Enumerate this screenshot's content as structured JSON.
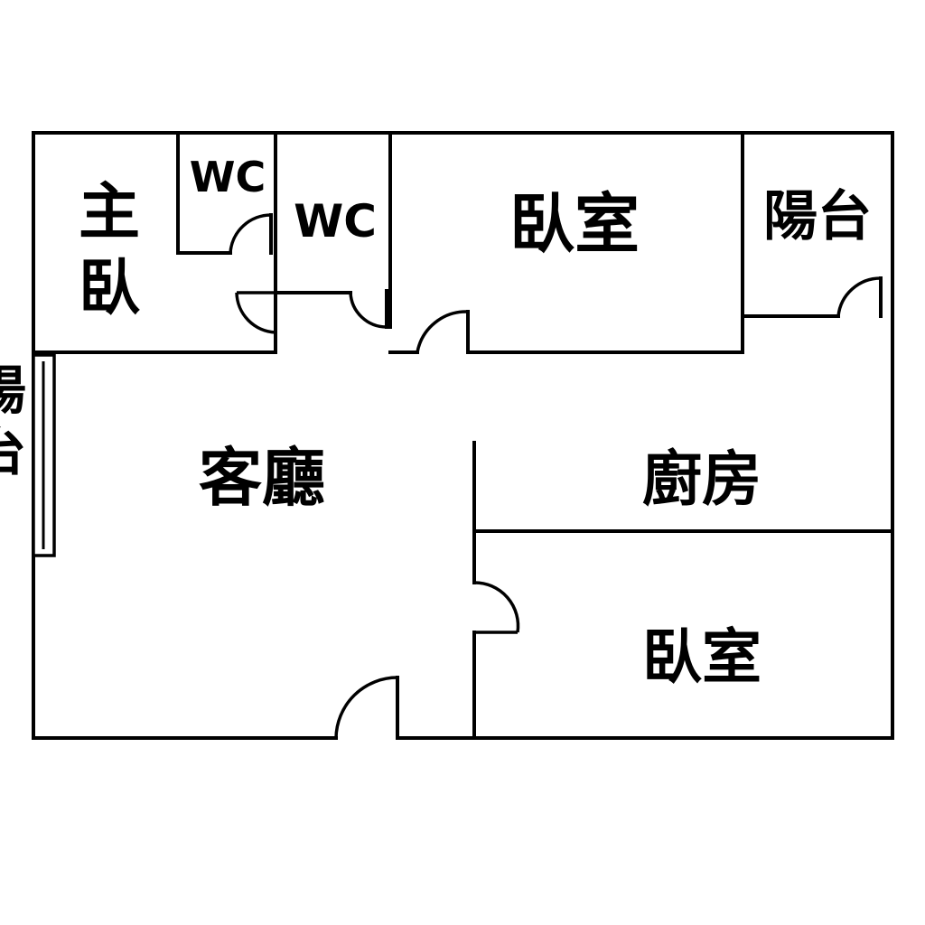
{
  "rooms": {
    "master_bedroom_line1": "主",
    "master_bedroom_line2": "臥",
    "wc_1": "WC",
    "wc_2": "WC",
    "bedroom_top": "臥室",
    "balcony_right": "陽台",
    "living_room": "客廳",
    "kitchen": "廚房",
    "bedroom_bottom": "臥室",
    "balcony_left_line1": "陽",
    "balcony_left_line2": "台"
  },
  "colors": {
    "wall": "#000000",
    "background": "#ffffff"
  }
}
